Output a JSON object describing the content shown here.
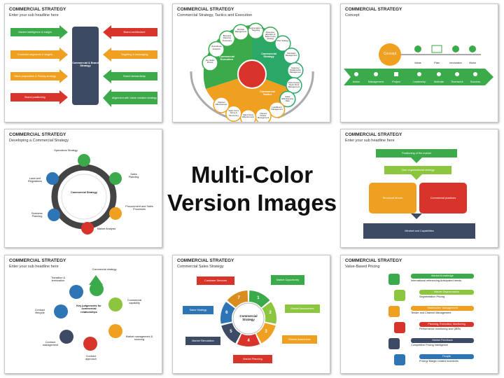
{
  "center_title": [
    "Multi-Color",
    "Version Images"
  ],
  "slides": {
    "s1": {
      "title": "COMMERCIAL STRATEGY",
      "subtitle": "Enter your sub headline here",
      "center": "Commercial & Brand Strategy",
      "left": [
        "Market intelligence & insight",
        "Customer segments & targets",
        "Value proposition & Pricing strategy",
        "Brand positioning"
      ],
      "right": [
        "Brand architecture",
        "Targeting & messaging",
        "Brand stewardship",
        "Alignment with Value creation strategy"
      ]
    },
    "s2": {
      "title": "COMMERCIAL STRATEGY",
      "subtitle": "Commercial Strategy, Tactics and Execution",
      "sections": [
        "Commercial Execution",
        "Commercial Strategy",
        "Commercial Tactics"
      ],
      "circles": [
        "Key Sales Forces",
        "Operational Analytics",
        "Business Planning Processes",
        "Portfolio Management",
        "Segmentation & Targeting",
        "Resource allocation & Sales Force strategy",
        "Offer Strategy",
        "Campaign Management",
        "Customer Relationship Management",
        "Multi-channel Touch Point Management",
        "Sales Effectiveness Data",
        "Lead/Event Management",
        "Channel Partner Management",
        "Sales Force Effectiveness",
        "Sales Force Sizing & Structuring",
        "Channel Effectiveness"
      ]
    },
    "s3": {
      "title": "COMMERCIAL STRATEGY",
      "subtitle": "Concept",
      "concept": "Concept",
      "top": [
        "Ideas",
        "Plan",
        "Innovation",
        "Vision"
      ],
      "bottom": [
        "Action",
        "Management",
        "Project",
        "Leadership",
        "Motivate",
        "Teamwork",
        "Success"
      ]
    },
    "s4": {
      "title": "COMMERCIAL STRATEGY",
      "subtitle": "Developing a Commercial Strategy",
      "center": "Commercial Strategy",
      "items": [
        "Operations Strategy",
        "Sales Planning",
        "Procurement and Sales Processes",
        "Market Analysis",
        "Business Planning",
        "Laws and Regulations"
      ]
    },
    "s5": {
      "title": "COMMERCIAL STRATEGY",
      "subtitle": "Enter your sub headline here",
      "boxes": [
        "Positioning of the market",
        "Own organizational strategy",
        "Structural Moves",
        "Commercial practices",
        "Mindset and Capabilities"
      ]
    },
    "s6": {
      "title": "COMMERCIAL STRATEGY",
      "subtitle": "Enter your sub headline here",
      "center": "Key judgements for commercial relationships",
      "items": [
        "Commercial strategy",
        "Commercial capability",
        "Market management & sourcing",
        "Contract approach",
        "Contract management",
        "Contract lifecycle",
        "Transition & termination"
      ]
    },
    "s7": {
      "title": "COMMERCIAL STRATEGY",
      "subtitle": "Commercial Sales Strategy",
      "center": "Commercial Strategy",
      "numbers": [
        "1",
        "2",
        "3",
        "4",
        "5",
        "6",
        "7"
      ],
      "items": [
        "Market Opportunity",
        "Market Assessment",
        "Market Awareness",
        "Market Planning",
        "Market Stimulation",
        "Sales Strategy",
        "Customer Services"
      ]
    },
    "s8": {
      "title": "COMMERCIAL STRATEGY",
      "subtitle": "Value-Based Pricing",
      "rows": [
        {
          "head": "Market Knowledge",
          "text": "International referencing Anticipated trends"
        },
        {
          "head": "Market Segmentation",
          "text": "Segmentation Pricing"
        },
        {
          "head": "Stakeholder Management",
          "text": "Tender and Channel Management"
        },
        {
          "head": "Planning, Execution, Monitoring",
          "text": "Performance monitoring and QBRs"
        },
        {
          "head": "Market Feedback",
          "text": "Competitive Pricing Intelligence"
        },
        {
          "head": "People",
          "text": "Pricing/ Margin related incentives"
        }
      ]
    }
  },
  "colors": {
    "green": "#3aaa4a",
    "red": "#d9342b",
    "orange": "#f0a020",
    "blue": "#2e75b6",
    "navy": "#3c4a63",
    "lime": "#8cc63f",
    "gray": "#7f7f7f"
  }
}
